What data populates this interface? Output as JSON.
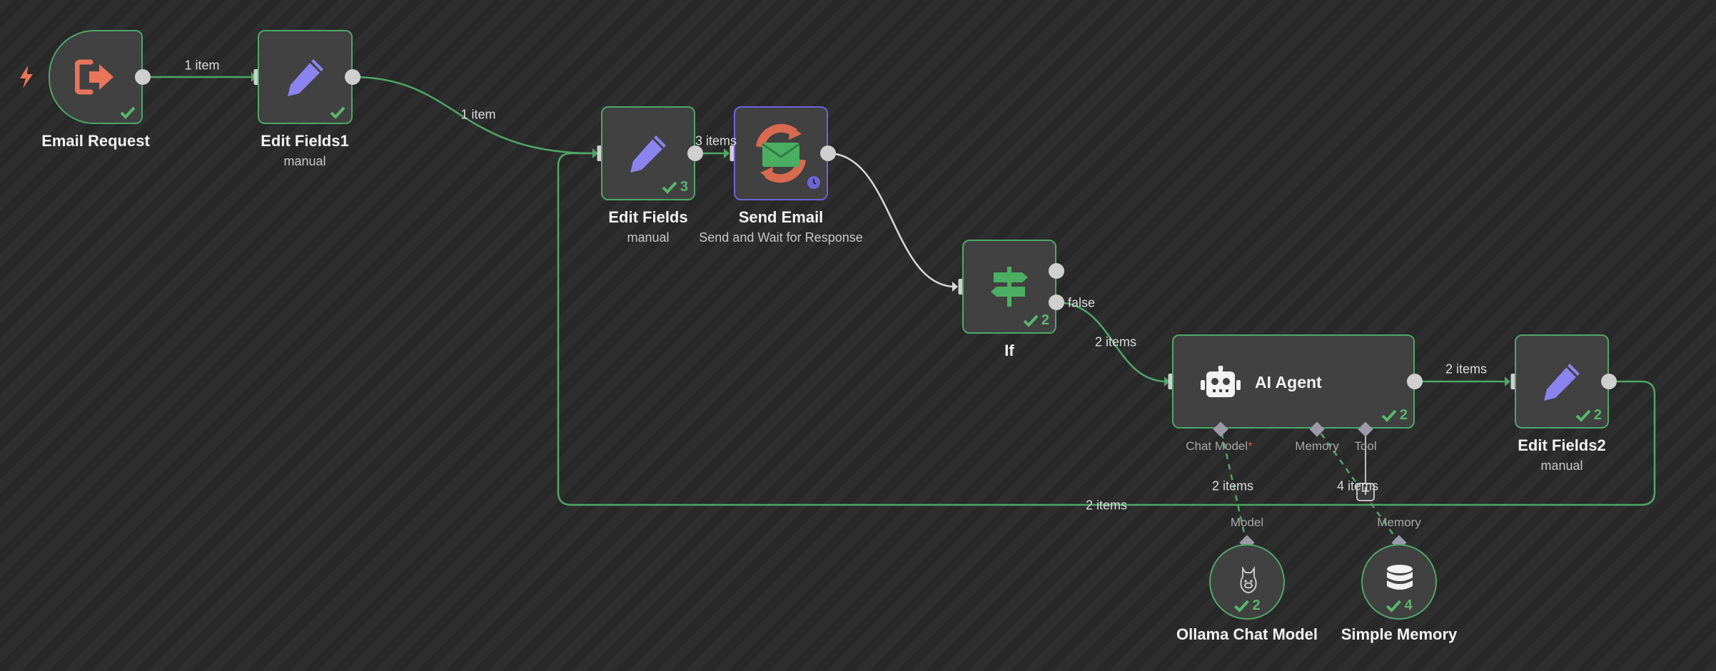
{
  "colors": {
    "success": "#59b86c",
    "edge": "#4fa766",
    "edge_neutral": "#d8d8d8",
    "accent_wait": "#6f63d9",
    "trigger_orange": "#e8755a",
    "edit_purple": "#8b84f0"
  },
  "nodes": {
    "email_request": {
      "title": "Email Request",
      "icon": "sign-out-arrow-icon",
      "status": "success"
    },
    "edit_fields1": {
      "title": "Edit Fields1",
      "subtitle": "manual",
      "icon": "pencil-icon",
      "status": "success"
    },
    "edit_fields": {
      "title": "Edit Fields",
      "subtitle": "manual",
      "icon": "pencil-icon",
      "run_count": "3"
    },
    "send_email": {
      "title": "Send Email",
      "subtitle": "Send and Wait for Response",
      "icon": "email-sync-icon",
      "badge": "clock-icon"
    },
    "if_node": {
      "title": "If",
      "icon": "signpost-icon",
      "run_count": "2"
    },
    "ai_agent": {
      "title": "AI Agent",
      "icon": "robot-icon",
      "run_count": "2",
      "ports": {
        "chat_model": "Chat Model",
        "required": "*",
        "memory": "Memory",
        "tool": "Tool"
      }
    },
    "edit_fields2": {
      "title": "Edit Fields2",
      "subtitle": "manual",
      "icon": "pencil-icon",
      "run_count": "2"
    },
    "ollama": {
      "title": "Ollama Chat Model",
      "port": "Model",
      "icon": "llama-icon",
      "run_count": "2"
    },
    "memory": {
      "title": "Simple Memory",
      "port": "Memory",
      "icon": "database-icon",
      "run_count": "4"
    }
  },
  "edges": {
    "e1": "1 item",
    "e2": "1 item",
    "e3": "3 items",
    "if_false": "false",
    "e4": "2 items",
    "e5": "2 items",
    "loop": "2 items",
    "model_link": "2 items",
    "memory_link": "4 items"
  }
}
